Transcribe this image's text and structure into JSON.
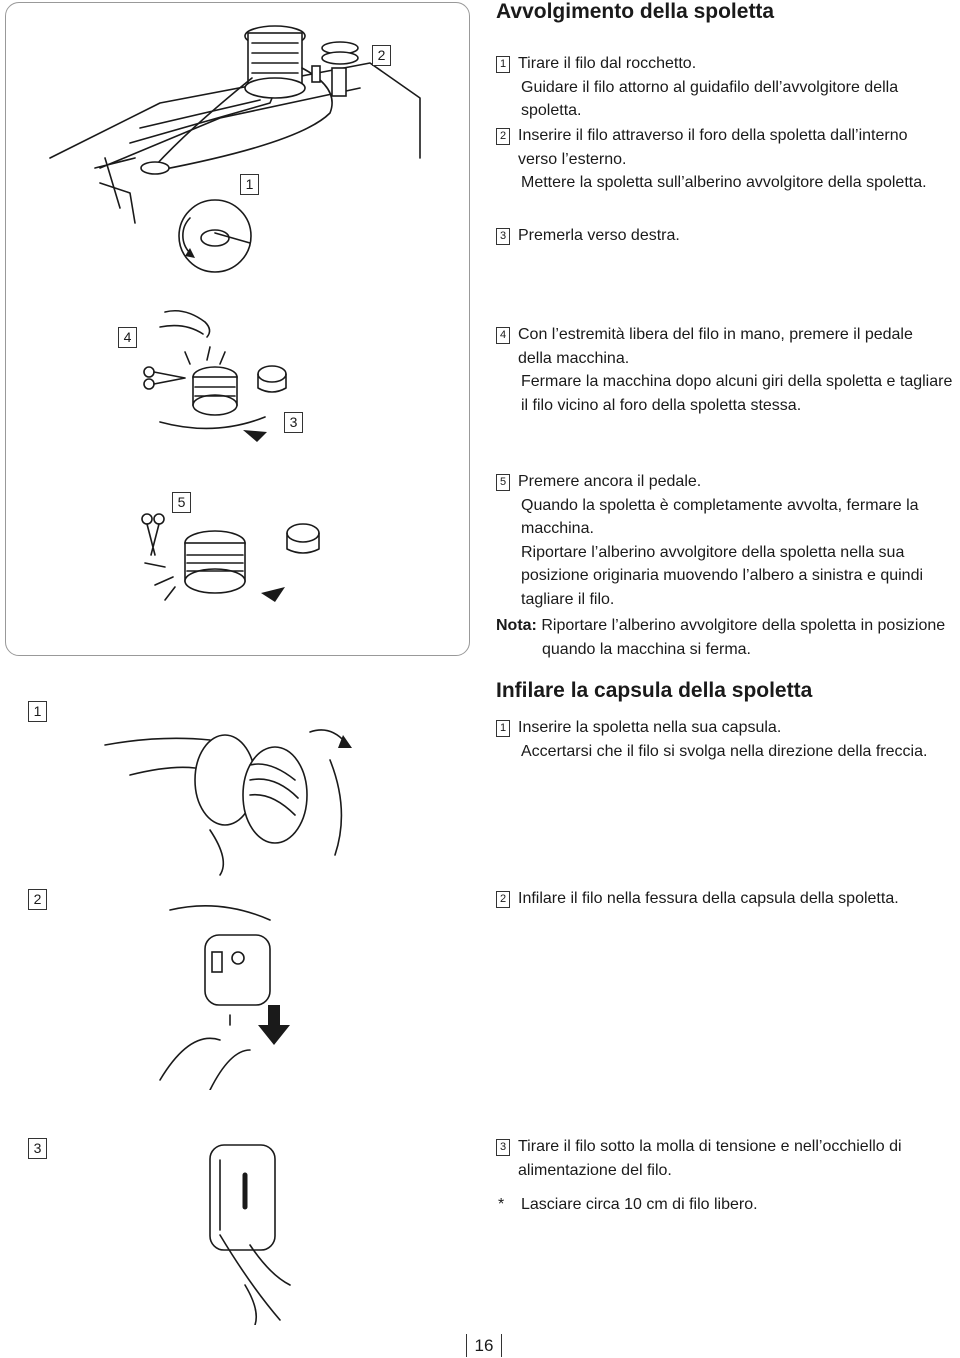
{
  "section1": {
    "title": "Avvolgimento della spoletta",
    "steps": [
      {
        "num": "1",
        "lines": [
          "Tirare il filo dal rocchetto.",
          "Guidare il filo attorno al guidafilo dell’avvolgitore della spoletta."
        ]
      },
      {
        "num": "2",
        "lines": [
          "Inserire il filo attraverso il foro della spoletta dall’interno verso l’esterno.",
          "Mettere la spoletta sull’alberino avvolgitore della spoletta."
        ]
      },
      {
        "num": "3",
        "lines": [
          "Premerla verso destra."
        ]
      },
      {
        "num": "4",
        "lines": [
          "Con l’estremità libera del filo in mano, premere il pedale della macchina.",
          "Fermare la macchina dopo alcuni giri della spoletta e tagliare il filo vicino al foro della spoletta stessa."
        ]
      },
      {
        "num": "5",
        "lines": [
          "Premere ancora il pedale.",
          "Quando la spoletta è completamente avvolta, fermare la macchina.",
          "Riportare l’alberino avvolgitore della spoletta nella sua posizione originaria muovendo l’albero a sinistra e quindi tagliare il filo."
        ]
      }
    ],
    "note_label": "Nota:",
    "note_text": "Riportare l’alberino avvolgitore della spoletta in posizione",
    "note_text2": "quando la macchina si ferma."
  },
  "section2": {
    "title": "Infilare la capsula della spoletta",
    "steps": [
      {
        "num": "1",
        "lines": [
          "Inserire la spoletta nella sua capsula.",
          "Accertarsi che il filo si svolga nella direzione della freccia."
        ]
      },
      {
        "num": "2",
        "lines": [
          "Infilare il filo nella fessura della capsula della spoletta."
        ]
      },
      {
        "num": "3",
        "lines": [
          "Tirare il filo sotto la molla di tensione e nell’occhiello di alimentazione del filo."
        ]
      }
    ],
    "tip_mark": "*",
    "tip_text": "Lasciare circa 10 cm di filo libero."
  },
  "figure_labels": {
    "a": "1",
    "b": "2",
    "c": "4",
    "d": "3",
    "e": "5",
    "f": "1",
    "g": "2",
    "h": "3"
  },
  "page_number": "16"
}
